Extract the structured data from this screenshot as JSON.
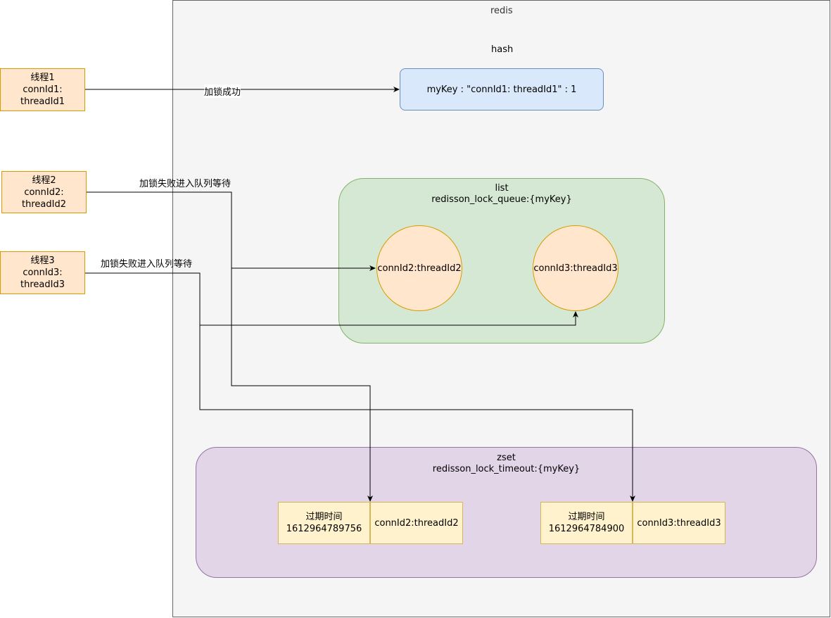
{
  "redis": {
    "title": "redis"
  },
  "hash": {
    "title": "hash",
    "entry": "myKey :  \"connId1: threadId1\" : 1"
  },
  "threads": [
    {
      "name": "线程1",
      "id": "connId1: threadId1"
    },
    {
      "name": "线程2",
      "id": "connId2: threadId2"
    },
    {
      "name": "线程3",
      "id": "connId3: threadId3"
    }
  ],
  "edges": {
    "success_label": "加锁成功",
    "fail_label_2": "加锁失败进入队列等待",
    "fail_label_3": "加锁失败进入队列等待"
  },
  "list": {
    "type": "list",
    "key": "redisson_lock_queue:{myKey}",
    "items": [
      "connId2:threadId2",
      "connId3:threadId3"
    ]
  },
  "zset": {
    "type": "zset",
    "key": "redisson_lock_timeout:{myKey}",
    "entries": [
      {
        "label": "过期时间",
        "score": "1612964789756",
        "member": "connId2:threadId2"
      },
      {
        "label": "过期时间",
        "score": "1612964784900",
        "member": "connId3:threadId3"
      }
    ]
  },
  "colors": {
    "thread_fill": "#ffe6cc",
    "thread_border": "#d79b00",
    "hash_fill": "#dae8fc",
    "list_fill": "#d5e8d4",
    "zset_fill": "#e1d5e7",
    "cell_fill": "#fff2cc",
    "container_fill": "#f5f5f5"
  }
}
